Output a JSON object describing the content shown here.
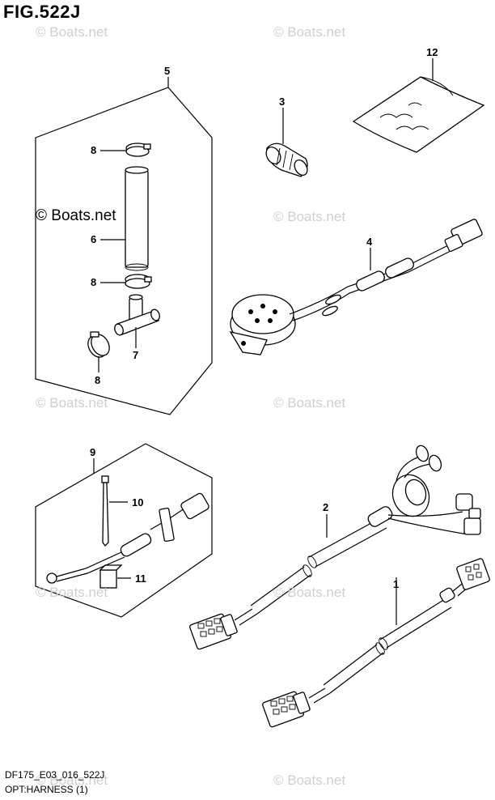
{
  "figure": {
    "title": "FIG.522J",
    "code": "DF175_E03_016_522J",
    "caption": "OPT:HARNESS (1)"
  },
  "watermark": {
    "text": "© Boats.net"
  },
  "callouts": {
    "c1": "1",
    "c2": "2",
    "c3": "3",
    "c4": "4",
    "c5": "5",
    "c6": "6",
    "c7": "7",
    "c8a": "8",
    "c8b": "8",
    "c8c": "8",
    "c9": "9",
    "c10": "10",
    "c11": "11",
    "c12": "12"
  }
}
